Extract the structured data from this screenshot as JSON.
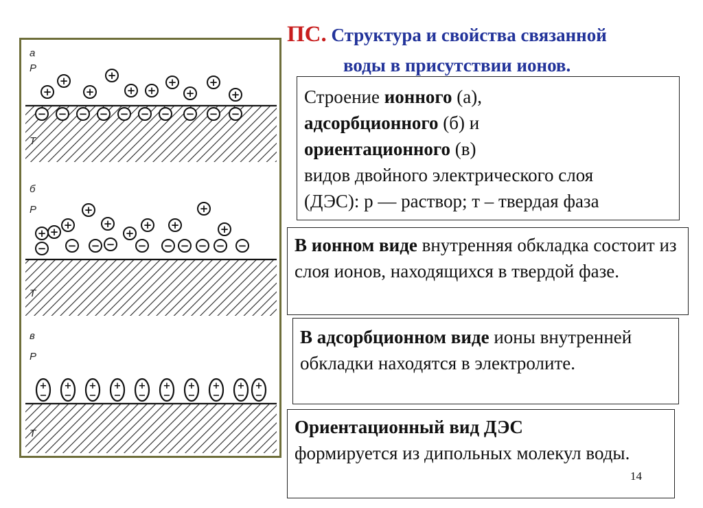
{
  "title": {
    "prefix": "ПС.",
    "line1": "Структура и свойства связанной",
    "line2": "воды в присутствии ионов."
  },
  "diagram": {
    "panels": [
      {
        "letter": "а",
        "top_label": "Р",
        "bottom_label": "Т"
      },
      {
        "letter": "б",
        "top_label": "Р",
        "bottom_label": "Т"
      },
      {
        "letter": "в",
        "top_label": "Р",
        "bottom_label": "Т"
      }
    ],
    "plus_sign": "+",
    "minus_sign": "−"
  },
  "box1": {
    "t1": "Строение ",
    "b1": "ионного",
    "t2": " (а),",
    "b2": "адсорбционного",
    "t3": " (б) и",
    "b3": "ориентационного",
    "t4": " (в)",
    "t5": "видов двойного электрического слоя",
    "t6": "(ДЭС): р — раствор; т – твердая  фаза"
  },
  "box2": {
    "bold": "В ионном виде",
    "rest": " внутренняя обкладка состоит из слоя ионов, находящихся в твердой фазе."
  },
  "box3": {
    "bold": "В адсорбционном виде",
    "rest": " ионы внутренней обкладки находятся в электролите."
  },
  "box4": {
    "bold": "Ориентационный вид ДЭС",
    "rest": "формируется из дипольных молекул воды."
  },
  "page_number": "14"
}
